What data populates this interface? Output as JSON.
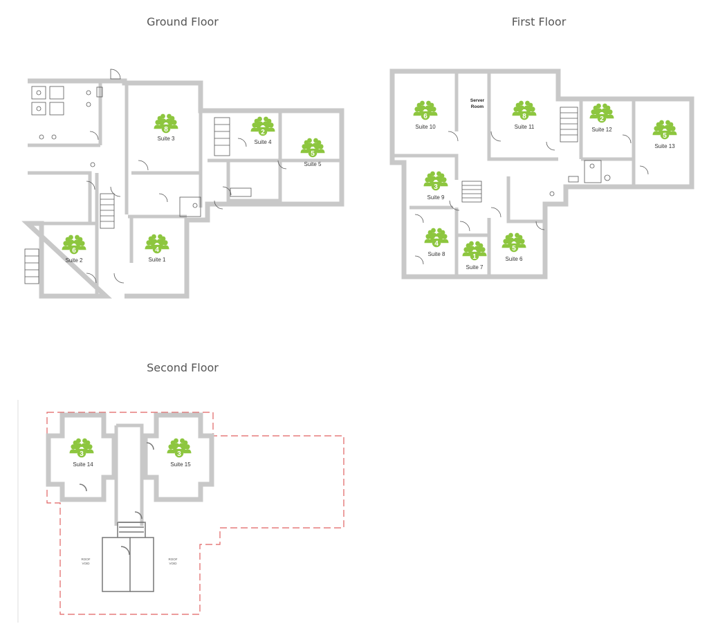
{
  "floors": {
    "ground": {
      "title": "Ground Floor",
      "suites": [
        {
          "label": "Suite 3",
          "capacity": "8"
        },
        {
          "label": "Suite 4",
          "capacity": "2"
        },
        {
          "label": "Suite 5",
          "capacity": "5"
        },
        {
          "label": "Suite 2",
          "capacity": "6"
        },
        {
          "label": "Suite 1",
          "capacity": "4"
        }
      ]
    },
    "first": {
      "title": "First Floor",
      "server_room": [
        "Server",
        "Room"
      ],
      "suites": [
        {
          "label": "Suite 10",
          "capacity": "6"
        },
        {
          "label": "Suite 11",
          "capacity": "8"
        },
        {
          "label": "Suite 12",
          "capacity": "2"
        },
        {
          "label": "Suite 13",
          "capacity": "5"
        },
        {
          "label": "Suite 9",
          "capacity": "3"
        },
        {
          "label": "Suite 8",
          "capacity": "4"
        },
        {
          "label": "Suite 7",
          "capacity": "1"
        },
        {
          "label": "Suite 6",
          "capacity": "5"
        }
      ]
    },
    "second": {
      "title": "Second Floor",
      "suites": [
        {
          "label": "Suite 14",
          "capacity": "3"
        },
        {
          "label": "Suite 15",
          "capacity": "3"
        }
      ],
      "roof_labels": [
        [
          "ROOF",
          "VOID"
        ],
        [
          "ROOF",
          "VOID"
        ]
      ]
    }
  },
  "colors": {
    "wall": "#c8c8c8",
    "wall_edge": "#9a9a9a",
    "icon": "#8dc63f",
    "outline_dashed": "#e06060"
  }
}
